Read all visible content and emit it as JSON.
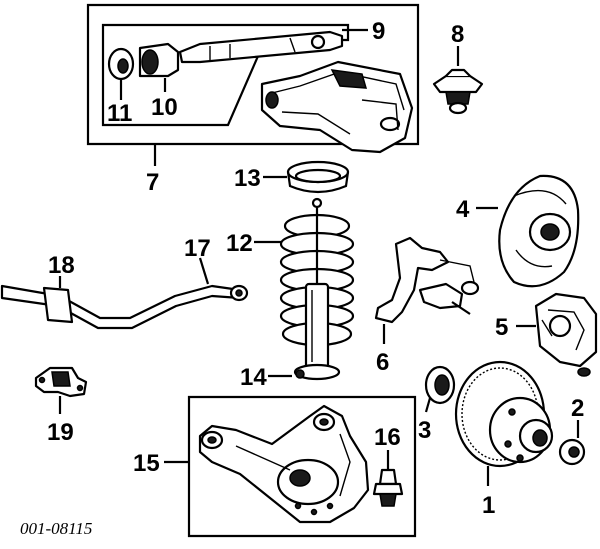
{
  "diagram": {
    "callouts": [
      "1",
      "2",
      "3",
      "4",
      "5",
      "6",
      "7",
      "8",
      "9",
      "10",
      "11",
      "12",
      "13",
      "14",
      "15",
      "16",
      "17",
      "18",
      "19"
    ],
    "reference_code": "001-08115"
  }
}
